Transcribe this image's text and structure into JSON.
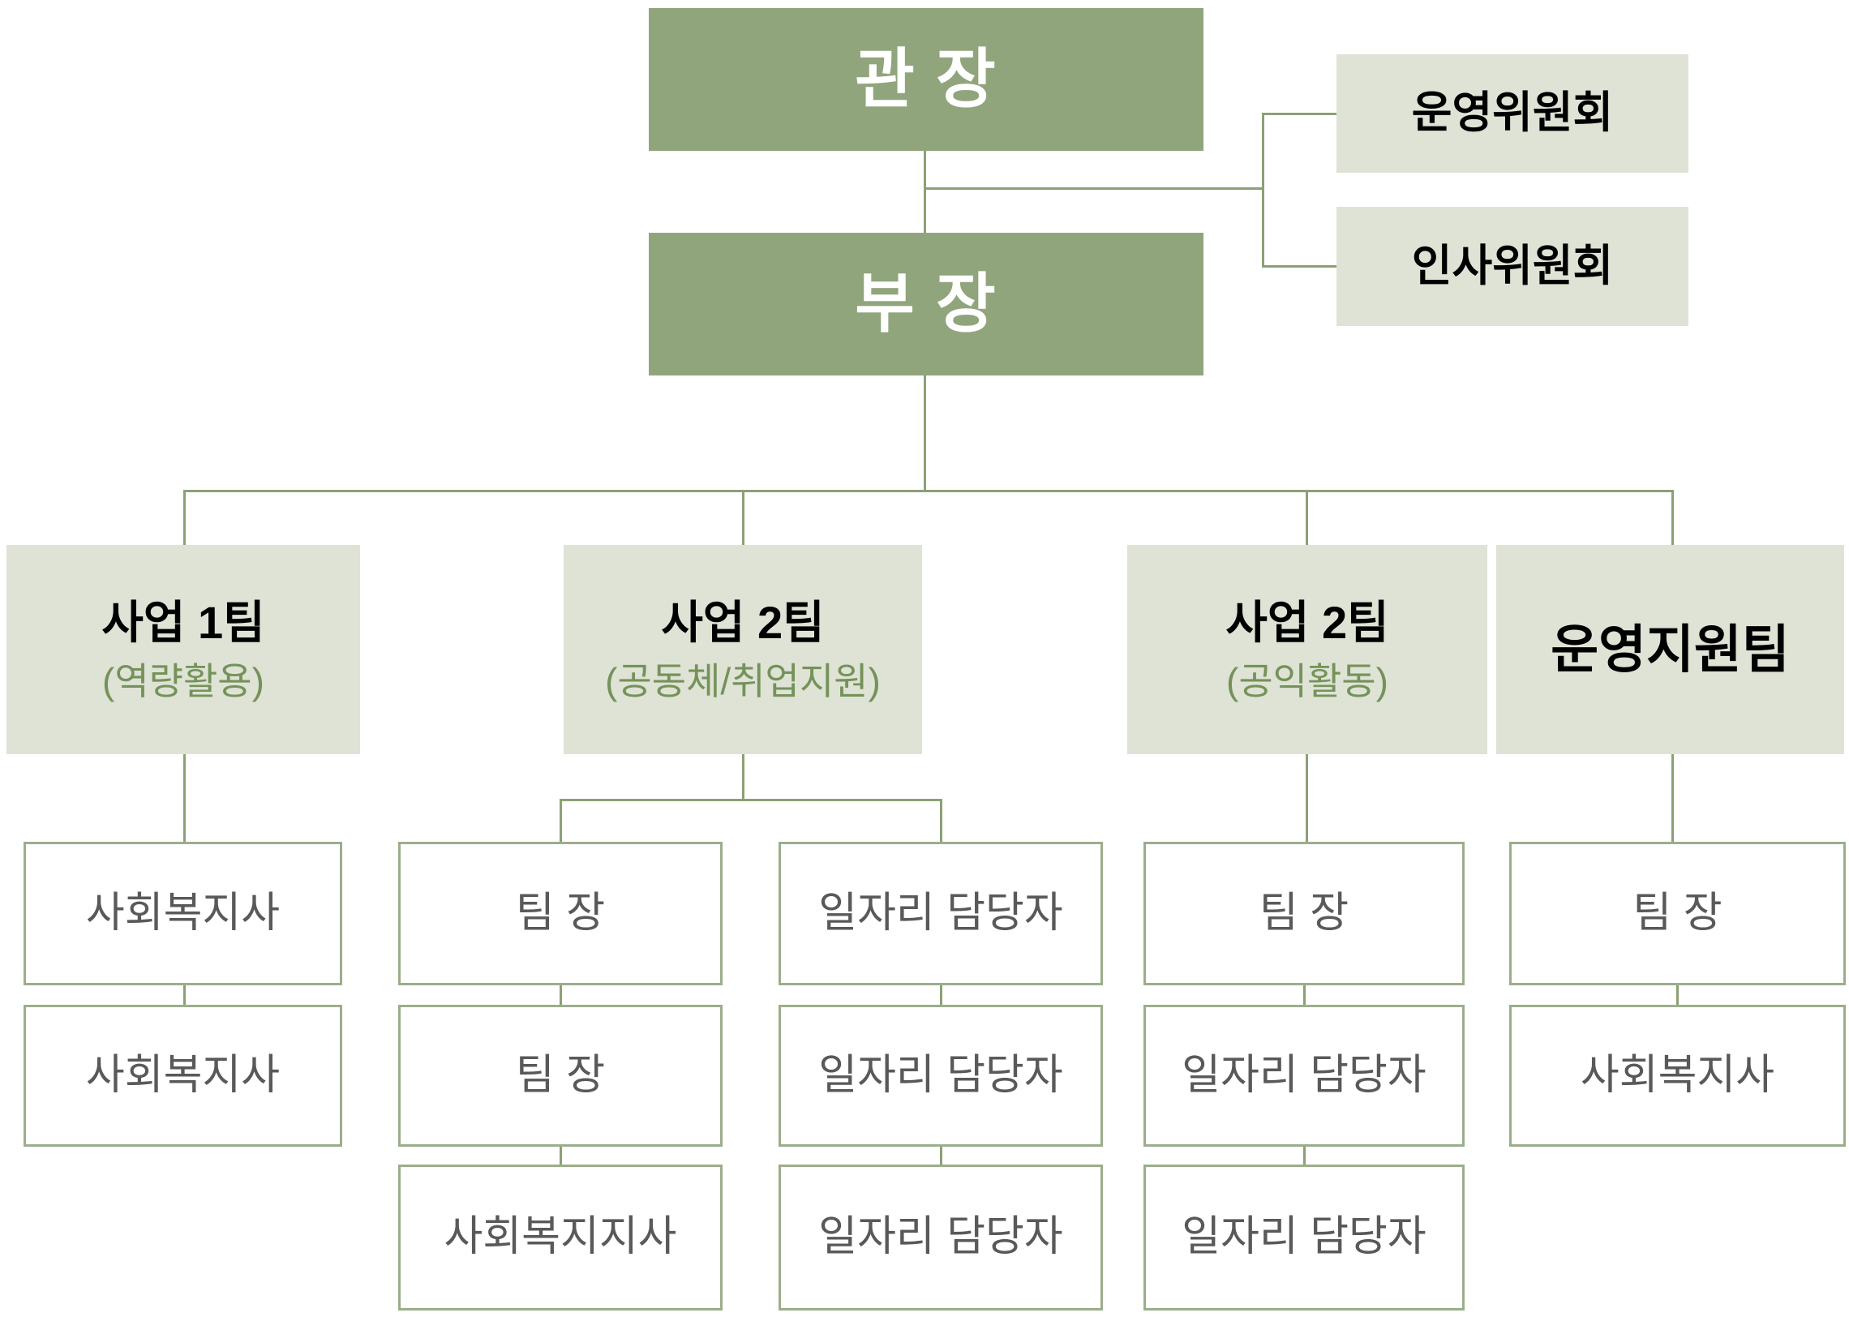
{
  "colors": {
    "primary_fill": "#90A57C",
    "primary_text": "#FFFFFF",
    "secondary_fill": "#DEE3D5",
    "secondary_text": "#000000",
    "connector_line": "#8BA175",
    "member_border": "#9BAE8B",
    "member_text": "#595959",
    "subtitle_text": "#75925A"
  },
  "org_chart": {
    "director": {
      "label": "관 장"
    },
    "deputy": {
      "label": "부 장"
    },
    "committees": [
      {
        "label": "운영위원회"
      },
      {
        "label": "인사위원회"
      }
    ],
    "teams": [
      {
        "title": "사업 1팀",
        "subtitle": "(역량활용)",
        "columns": [
          [
            "사회복지사",
            "사회복지사"
          ]
        ]
      },
      {
        "title": "사업 2팀",
        "subtitle": "(공동체/취업지원)",
        "columns": [
          [
            "팀 장",
            "팀 장",
            "사회복지지사"
          ],
          [
            "일자리 담당자",
            "일자리 담당자",
            "일자리 담당자"
          ]
        ]
      },
      {
        "title": "사업 2팀",
        "subtitle": "(공익활동)",
        "columns": [
          [
            "팀 장",
            "일자리 담당자",
            "일자리 담당자"
          ]
        ]
      },
      {
        "title": "운영지원팀",
        "subtitle": "",
        "columns": [
          [
            "팀 장",
            "사회복지사"
          ]
        ]
      }
    ]
  }
}
